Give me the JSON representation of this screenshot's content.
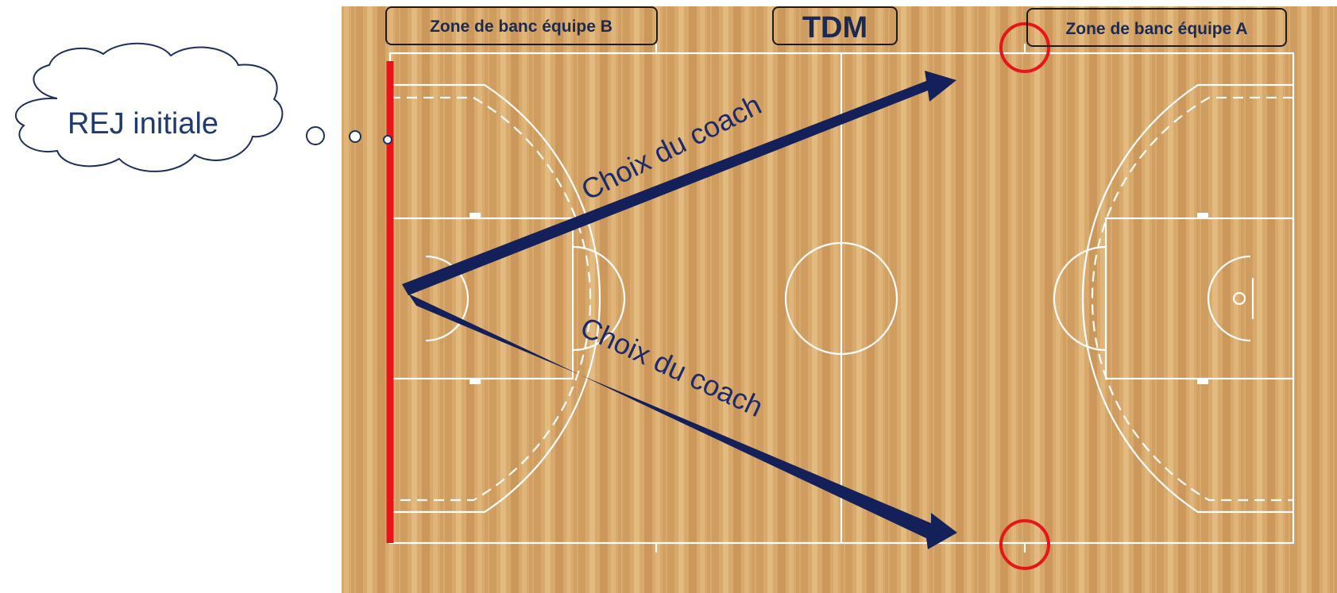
{
  "labels": {
    "bench_b": "Zone de banc équipe B",
    "tdm": "TDM",
    "bench_a": "Zone de banc équipe A",
    "thought": "REJ initiale",
    "arrow_upper": "Choix du coach",
    "arrow_lower": "Choix du coach"
  },
  "colors": {
    "floor": "#d7a86a",
    "floor_stripe_dark": "#c8955a",
    "floor_stripe_light": "#e2b87c",
    "lines": "#ffffff",
    "arrow": "#14205a",
    "highlight_red": "#e8141a",
    "label_border": "#1a1a1a",
    "text_navy": "#1b2a55"
  }
}
